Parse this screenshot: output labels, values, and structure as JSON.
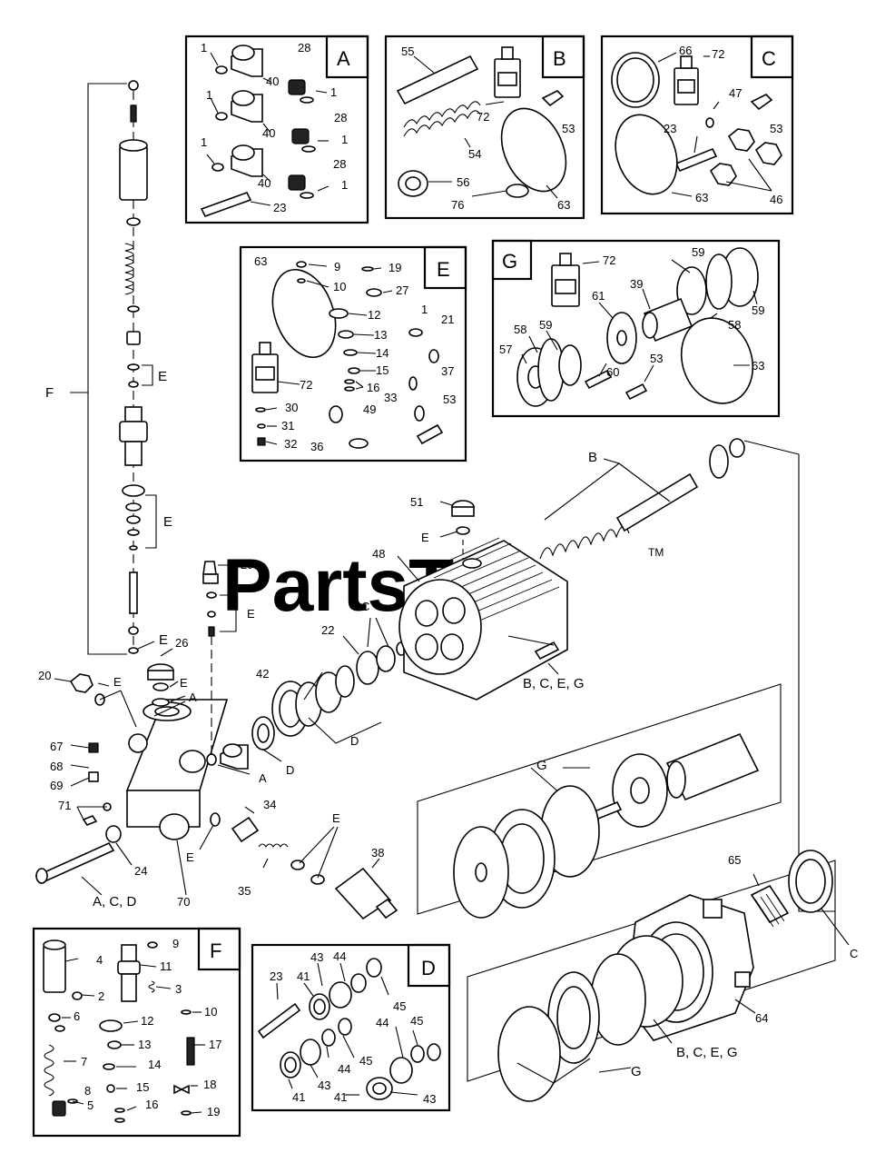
{
  "watermark": {
    "brand": "PartsTree",
    "trademark": "TM"
  },
  "kit_boxes": {
    "A": {
      "title": "A",
      "labels": [
        "1",
        "28",
        "40",
        "1",
        "1",
        "40",
        "28",
        "1",
        "1",
        "40",
        "28",
        "1",
        "23"
      ]
    },
    "B": {
      "title": "B",
      "labels": [
        "55",
        "72",
        "53",
        "54",
        "56",
        "76",
        "63"
      ]
    },
    "C": {
      "title": "C",
      "labels": [
        "66",
        "72",
        "47",
        "53",
        "23",
        "63",
        "46"
      ]
    },
    "E": {
      "title": "E",
      "labels": [
        "63",
        "9",
        "19",
        "10",
        "27",
        "12",
        "1",
        "21",
        "13",
        "14",
        "15",
        "16",
        "72",
        "37",
        "33",
        "53",
        "30",
        "31",
        "32",
        "36",
        "49"
      ]
    },
    "G": {
      "title": "G",
      "labels": [
        "72",
        "59",
        "39",
        "61",
        "58",
        "59",
        "58",
        "59",
        "57",
        "60",
        "53",
        "63"
      ]
    },
    "F": {
      "title": "F",
      "labels": [
        "4",
        "11",
        "9",
        "2",
        "3",
        "6",
        "12",
        "10",
        "13",
        "17",
        "7",
        "14",
        "8",
        "15",
        "18",
        "5",
        "16",
        "19"
      ]
    },
    "D": {
      "title": "D",
      "labels": [
        "43",
        "44",
        "23",
        "41",
        "45",
        "45",
        "44",
        "45",
        "44",
        "43",
        "41",
        "41",
        "43"
      ]
    }
  },
  "main_labels": {
    "left_valve_stack": [
      "F",
      "E",
      "E",
      "E"
    ],
    "manifold": [
      "26",
      "E",
      "A",
      "20",
      "E",
      "67",
      "68",
      "69",
      "71",
      "24",
      "70",
      "E",
      "A",
      "D",
      "29",
      "E",
      "42",
      "22",
      "C",
      "D",
      "34",
      "35",
      "E",
      "38"
    ],
    "pump_body": [
      "51",
      "E",
      "48",
      "B",
      "B, C, E, G"
    ],
    "lower_assembly": [
      "G",
      "65",
      "C",
      "64",
      "B, C, E, G",
      "G"
    ],
    "bolt_kits": [
      "A, C, D"
    ]
  }
}
